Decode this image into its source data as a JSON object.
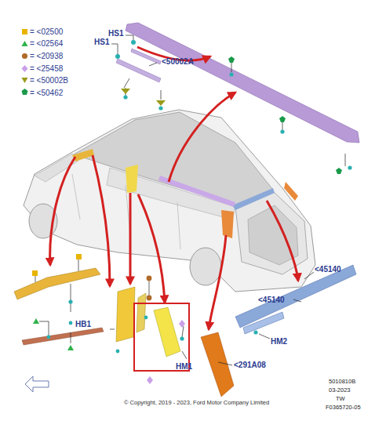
{
  "diagram": {
    "labels": [
      "HS1",
      "HS1",
      "<50002A",
      "HB1",
      "HM1",
      "HM2",
      "<45140",
      "<45140",
      "<291A08",
      "5010810B",
      "03-2023",
      "TW",
      "F0365720-05",
      "© Copyright, 2019 - 2023, Ford Motor Company Limited"
    ],
    "legend": [
      {
        "text": "= <02500"
      },
      {
        "text": "= <02564"
      },
      {
        "text": "= <20938"
      },
      {
        "text": "= <25458"
      },
      {
        "text": "= <50002B"
      },
      {
        "text": "= <50462"
      }
    ]
  }
}
